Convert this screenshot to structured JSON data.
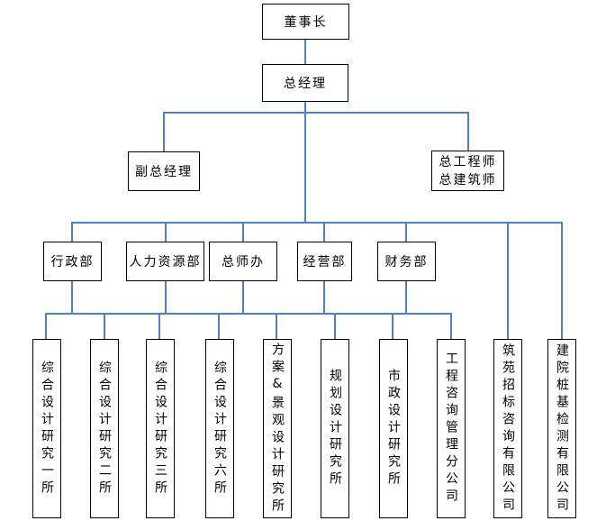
{
  "org": {
    "chairman": "董事长",
    "general_manager": "总经理",
    "deputy_general_manager": "副总经理",
    "chief_engineer": "总工程师",
    "chief_architect": "总建筑师",
    "departments": [
      "行政部",
      "人力资源部",
      "总师办",
      "经营部",
      "财务部"
    ],
    "units": [
      "综合设计研究一所",
      "综合设计研究二所",
      "综合设计研究三所",
      "综合设计研究六所",
      "方案&景观设计研究所",
      "规划设计研究所",
      "市政设计研究所",
      "工程咨询管理分公司",
      "筑苑招标咨询有限公司",
      "建院桩基检测有限公司"
    ]
  },
  "colors": {
    "connector": "#4F81BD",
    "node_border": "#000000",
    "node_fill": "#FFFFFF",
    "text": "#000000",
    "background": "#FFFFFF"
  }
}
